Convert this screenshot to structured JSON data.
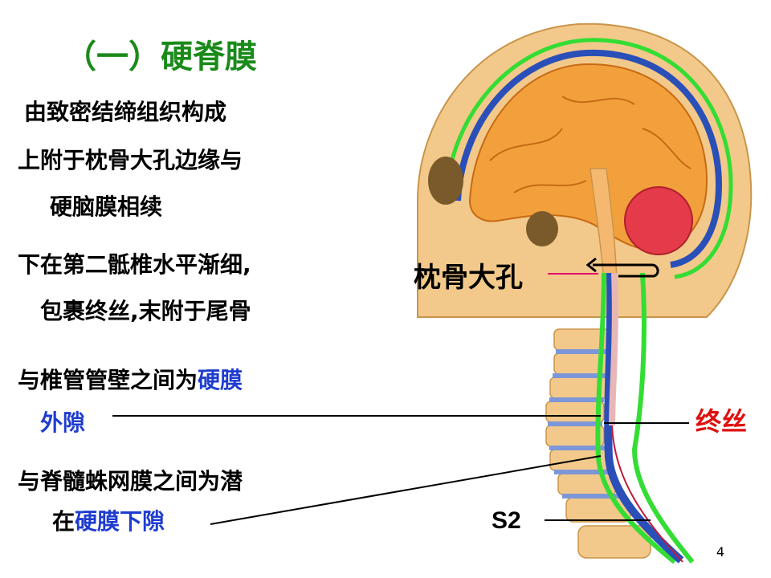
{
  "slide": {
    "title": "（一）硬脊膜",
    "lines": {
      "l1": "由致密结缔组织构成",
      "l2a": "上附于枕骨大孔边缘与",
      "l2b": "硬脑膜相续",
      "l3a": "下在第二骶椎水平渐细,",
      "l3b": "包裹终丝,末附于尾骨",
      "l4a_prefix": "与椎管管壁之间为",
      "l4a_blue": "硬膜",
      "l4b_blue": "外隙",
      "l5a": "与脊髓蛛网膜之间为潜",
      "l5b_prefix": "在",
      "l5b_blue": "硬膜下隙"
    },
    "labels": {
      "foramen": "枕骨大孔",
      "filum": "终丝",
      "s2": "S2"
    },
    "page_number": "4"
  },
  "colors": {
    "title": "#1a8a1a",
    "highlight": "#1f3ccf",
    "alert": "#e01010",
    "dura": "#33dd33",
    "bone": "#f2c98a",
    "brain": "#f2a03c"
  }
}
